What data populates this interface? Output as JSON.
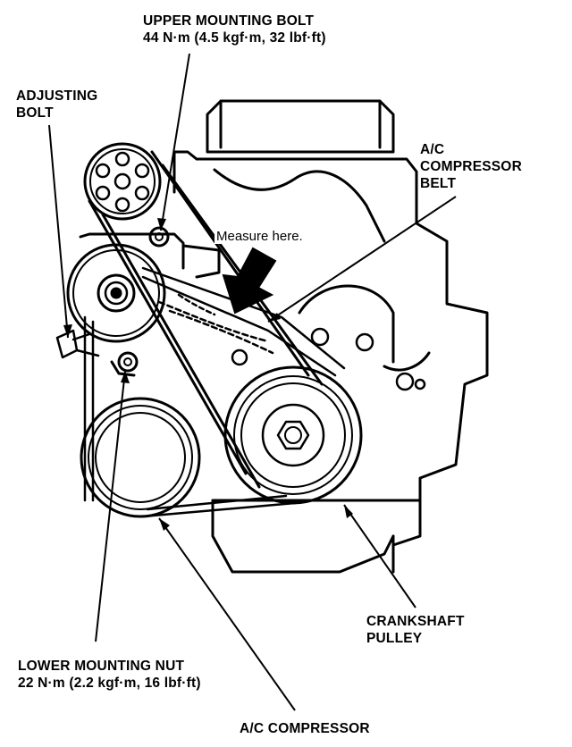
{
  "labels": {
    "upper_mounting_bolt": {
      "title": "UPPER MOUNTING BOLT",
      "torque": "44 N·m (4.5 kgf·m, 32 lbf·ft)"
    },
    "adjusting_bolt": {
      "line1": "ADJUSTING",
      "line2": "BOLT"
    },
    "ac_compressor_belt": {
      "line1": "A/C",
      "line2": "COMPRESSOR",
      "line3": "BELT"
    },
    "measure_here": "Measure here.",
    "crankshaft_pulley": {
      "line1": "CRANKSHAFT",
      "line2": "PULLEY"
    },
    "lower_mounting_nut": {
      "title": "LOWER MOUNTING NUT",
      "torque": "22 N·m (2.2 kgf·m, 16 lbf·ft)"
    },
    "ac_compressor": "A/C COMPRESSOR"
  }
}
